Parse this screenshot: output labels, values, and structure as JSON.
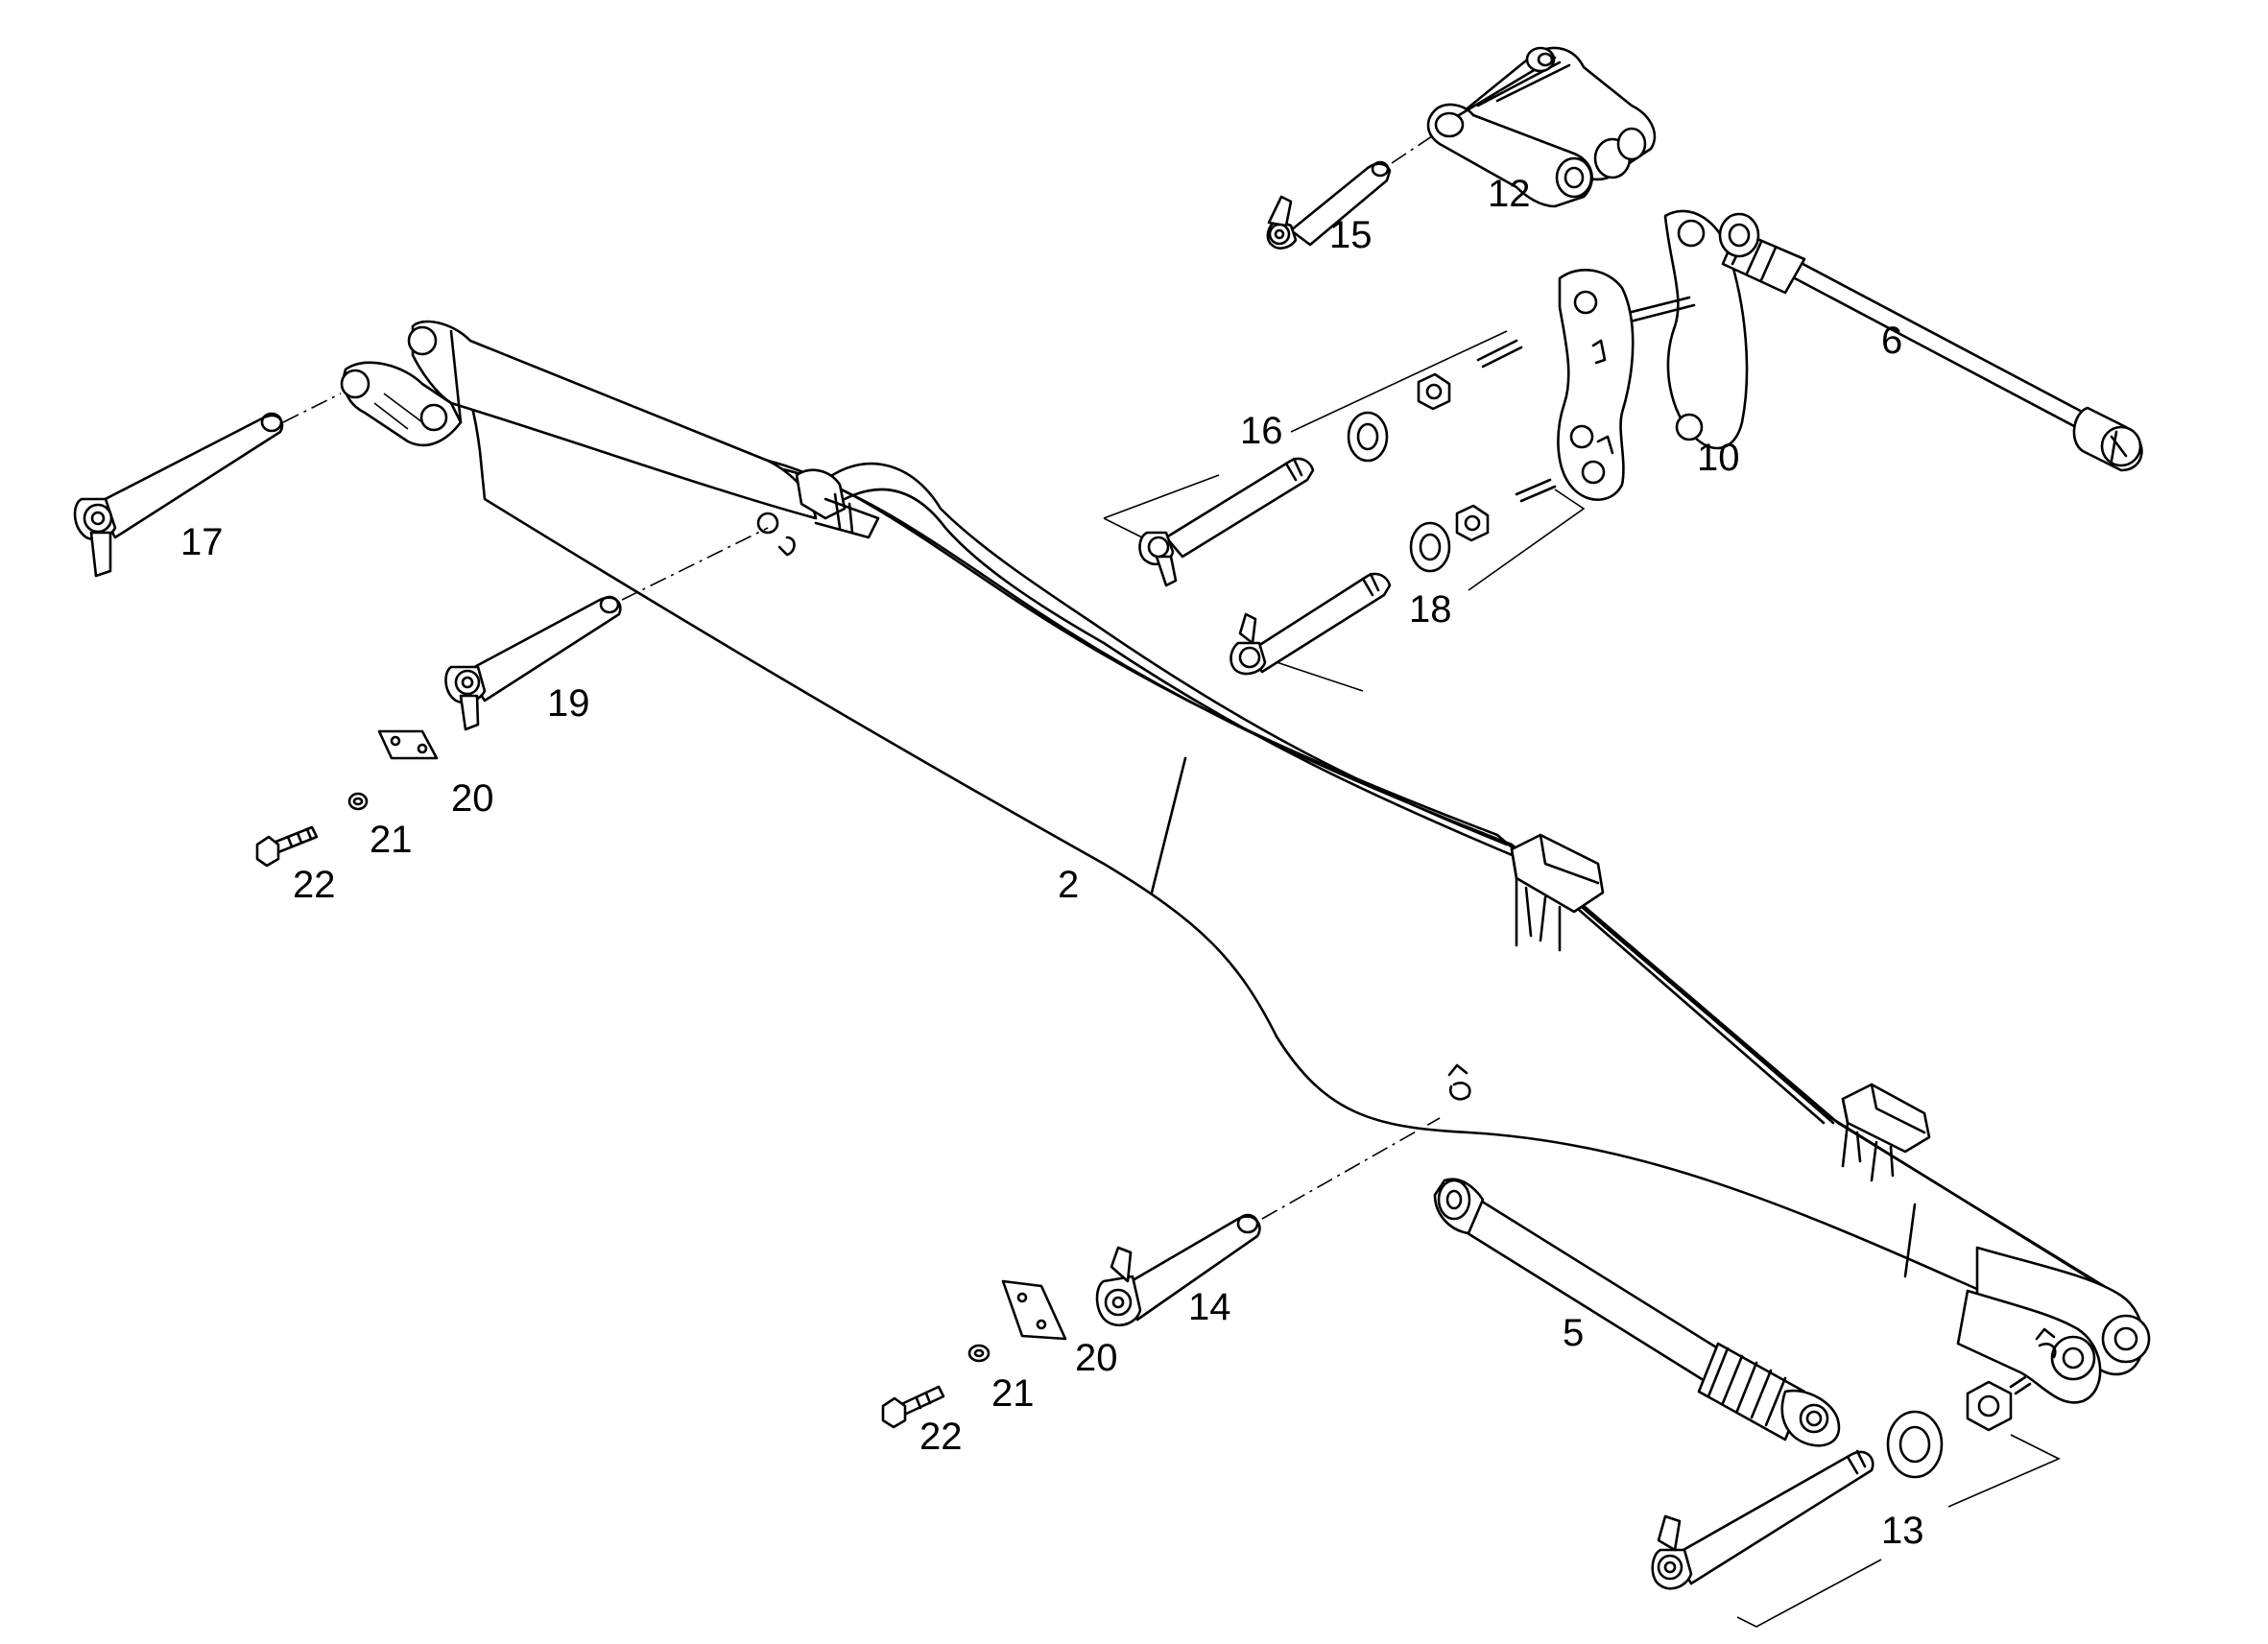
{
  "callouts": {
    "c2": "2",
    "c5": "5",
    "c6": "6",
    "c10": "10",
    "c12": "12",
    "c13": "13",
    "c14": "14",
    "c15": "15",
    "c16": "16",
    "c17": "17",
    "c18": "18",
    "c19": "19",
    "c20a": "20",
    "c21a": "21",
    "c22a": "22",
    "c20b": "20",
    "c21b": "21",
    "c22b": "22"
  }
}
